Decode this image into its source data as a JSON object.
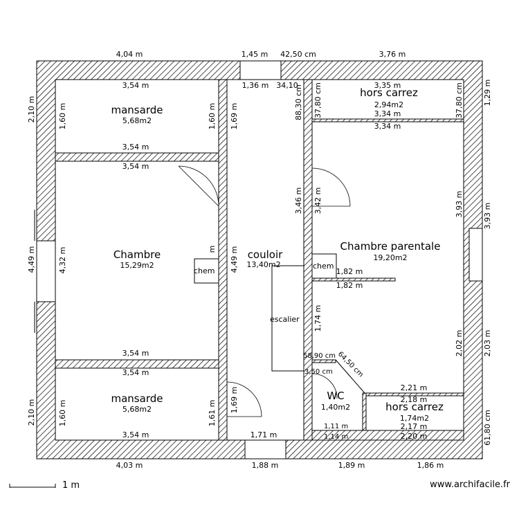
{
  "scale_label": "1 m",
  "website": "www.archifacile.fr",
  "rooms": {
    "mansarde_top": {
      "name": "mansarde",
      "area": "5,68m2"
    },
    "chambre": {
      "name": "Chambre",
      "area": "15,29m2"
    },
    "mansarde_bottom": {
      "name": "mansarde",
      "area": "5,68m2"
    },
    "couloir": {
      "name": "couloir",
      "area": "13,40m2"
    },
    "hors_carrez_top": {
      "name": "hors carrez",
      "area": "2,94m2"
    },
    "parentale": {
      "name": "Chambre parentale",
      "area": "19,20m2"
    },
    "wc": {
      "name": "WC",
      "area": "1,40m2"
    },
    "hors_carrez_bottom": {
      "name": "hors carrez",
      "area": "1,74m2"
    }
  },
  "labels": {
    "chem1": "chem",
    "chem2": "chem",
    "escalier": "escalier"
  },
  "dims": {
    "top1": "4,04 m",
    "top2": "1,45 m",
    "top3": "42,50 cm",
    "top4": "3,76 m",
    "bot1": "4,03 m",
    "bot2": "1,88 m",
    "bot3": "1,89 m",
    "bot4": "1,86 m",
    "left1": "2,10 m",
    "left2": "4,49 m",
    "left3": "2,10 m",
    "right1": "1,29 m",
    "right2": "3,93 m",
    "right3": "2,03 m",
    "right4": "61,80 cm",
    "m1_top": "3,54 m",
    "m1_bot": "3,54 m",
    "m1_left": "1,60 m",
    "m1_right": "1,60 m",
    "ch_top": "3,54 m",
    "ch_bot": "3,54 m",
    "ch_left": "4,32 m",
    "ch_right": "m",
    "m2_top": "3,54 m",
    "m2_bot": "3,54 m",
    "m2_left": "1,60 m",
    "m2_right": "1,61 m",
    "co_top": "1,36 m",
    "co_top2": "34,10",
    "co_bot": "1,71 m",
    "co_left1": "1,69 m",
    "co_left2": "4,49 m",
    "co_left3": "1,69 m",
    "hc_top": "3,35 m",
    "hc_bot": "3,34 m",
    "hc_bot2": "3,34 m",
    "hc_left": "37,80 cm",
    "hc_right": "37,80 cm",
    "hc_ext": "88,30 cm",
    "cp_left": "3,42 m",
    "cp_left2": "3,46 m",
    "cp_right": "3,93 m",
    "cp_right2": "2,02 m",
    "cp_chem_top": "1,82 m",
    "cp_chem_bot": "1,82 m",
    "cp_low": "1,74 m",
    "wc_a": "58,90 cm",
    "wc_b": "3,50 cm",
    "wc_c": "1,11 m",
    "wc_d": "1,14 m",
    "wc_e": "64,50 cm",
    "hc2_top": "2,21 m",
    "hc2_top2": "2,18 m",
    "hc2_bot": "2,17 m",
    "hc2_bot2": "2,20 m"
  }
}
